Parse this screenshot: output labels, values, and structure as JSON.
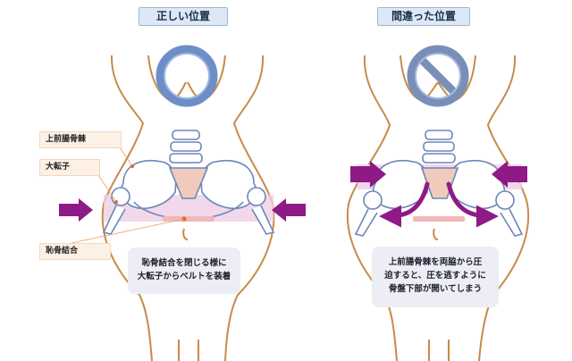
{
  "titles": {
    "left": "正しい位置",
    "right": "間違った位置"
  },
  "labels": {
    "asis": "上前腸骨棘",
    "trochanter": "大転子",
    "symphysis": "恥骨結合"
  },
  "notes": {
    "left": [
      "恥骨結合を閉じる様に",
      "大転子からベルトを装着"
    ],
    "right": [
      "上前腸骨棘を両脇から圧",
      "迫すると、圧を逃すように",
      "骨盤下部が開いてしまう"
    ]
  },
  "colors": {
    "body_outline": "#c98a4a",
    "bone": "#6b86b8",
    "sacrum": "#f0cbbd",
    "belt_pink": "#edcfe6",
    "arrow": "#8e1a86",
    "ok_symbol": "#6d8ec6",
    "ng_symbol": "#7a8fb8"
  },
  "icons": {
    "left_symbol": "circle-ok-icon",
    "right_symbol": "prohibited-icon"
  }
}
